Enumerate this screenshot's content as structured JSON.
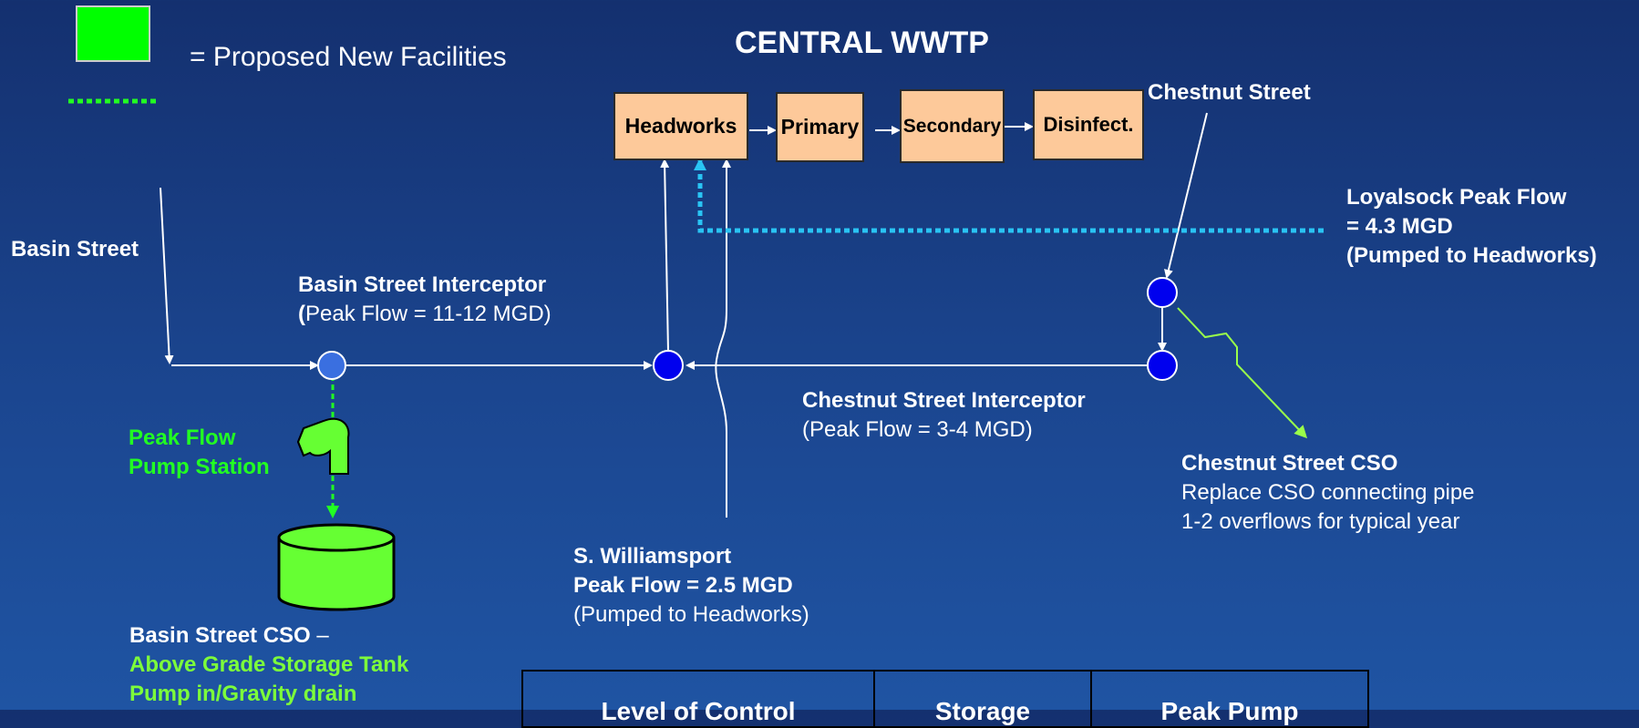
{
  "legend": {
    "proposed_label": "= Proposed New Facilities",
    "proposed_color": "#00ff00",
    "dotted_color": "#22ff22"
  },
  "title": "CENTRAL WWTP",
  "process": {
    "headworks": "Headworks",
    "primary": "Primary",
    "secondary": "Secondary",
    "disinfect": "Disinfect.",
    "box_color": "#fdc99a"
  },
  "labels": {
    "chestnut_street": "Chestnut Street",
    "basin_street": "Basin Street",
    "loyalsock": [
      "Loyalsock Peak Flow",
      "= 4.3 MGD",
      "(Pumped to Headworks)"
    ],
    "basin_interceptor_name": "Basin Street Interceptor",
    "basin_interceptor_paren": "(",
    "basin_interceptor_flow": "Peak Flow = 11-12 MGD)",
    "chestnut_interceptor_name": "Chestnut Street Interceptor",
    "chestnut_interceptor_flow": "(Peak Flow = 3-4 MGD)",
    "chestnut_cso_name": "Chestnut Street CSO",
    "chestnut_cso_lines": [
      "Replace CSO connecting pipe",
      "1-2 overflows for typical year"
    ],
    "pump_station": [
      "Peak Flow",
      "Pump Station"
    ],
    "williamsport": [
      "S. Williamsport",
      "Peak Flow = 2.5 MGD",
      "(Pumped to Headworks)"
    ],
    "basin_cso_name": "Basin Street CSO",
    "basin_cso_dash": " –",
    "basin_cso_lines": [
      "Above Grade Storage Tank",
      "Pump in/Gravity drain"
    ]
  },
  "table": {
    "headers": [
      "Level of Control",
      "Storage",
      "Peak Pump"
    ]
  },
  "colors": {
    "node": "#0000ee",
    "node_light": "#3a6fe0",
    "dotted_cyan": "#29c4f4",
    "facility_green": "#66ff33",
    "cso_line": "#9aff4a"
  }
}
